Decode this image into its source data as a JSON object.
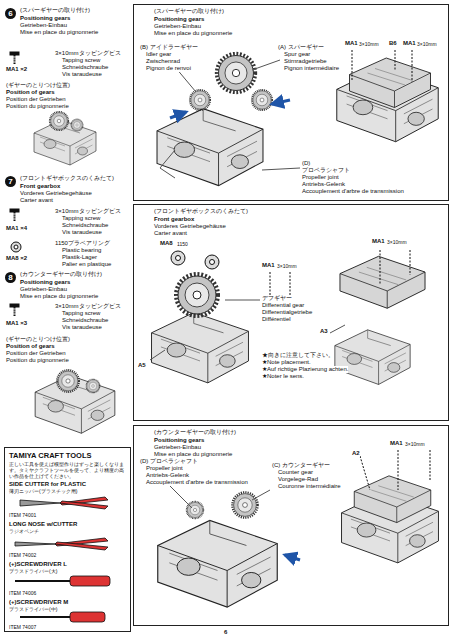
{
  "diagram": {
    "nodes": [
      {
        "text": [
          "6",
          "(スパーギヤーの取り付け)",
          "Positioning gears",
          "Getrieben-Einbau",
          "Mise en place du pignonnerie"
        ]
      },
      {
        "text": [
          "7",
          "(フロントギヤボックスのくみたて)",
          "Front gearbox",
          "Vorderes Getriebegehäuse",
          "Carter avant"
        ]
      },
      {
        "text": [
          "8",
          "(カウンターギヤーの取り付け)",
          "Positioning gears",
          "Getrieben-Einbau",
          "Mise en place du pignonnerie"
        ]
      },
      {
        "text": [
          "TAMIYA CRAFT TOOLS",
          "正しい工具を使えば模型作りはずっと楽しくなります。タミヤクラフトツールを使って、より精度の高い作品を仕上げてください。",
          "SIDE CUTTER for PLASTIC",
          "薄刃ニッパー(プラスチック用)",
          "ITEM 74001",
          "LONG NOSE w/CUTTER",
          "ラジオペンチ",
          "ITEM 74002",
          "(+)SCREWDRIVER L",
          "プラスドライバー(大)",
          "ITEM 74006",
          "(+)SCREWDRIVER M",
          "プラスドライバー(中)",
          "ITEM 74007"
        ]
      }
    ],
    "labels": [
      "6",
      "(スパーギヤーの取り付け)",
      "Positioning gears",
      "Getrieben-Einbau",
      "Mise en place du pignonnerie",
      "MA1 ×2",
      "3×10mmタッピングビス",
      "Tapping screw",
      "Schneidschraube",
      "Vis taraudeuse",
      "(ギヤーのとりつけ位置)",
      "Position of gears",
      "Position der Getrieben",
      "Position du pignonnerie",
      "7",
      "(フロントギヤボックスのくみたて)",
      "Front gearbox",
      "Vorderes Getriebegehäuse",
      "Carter avant",
      "MA1 ×4",
      "3×10mmタッピングビス",
      "Tapping screw",
      "Schneidschraube",
      "Vis taraudeuse",
      "MA8 ×2",
      "1150プラベアリング",
      "Plastic bearing",
      "Plastik-Lager",
      "Palier en plastique",
      "8",
      "(カウンターギヤーの取り付け)",
      "Positioning gears",
      "Getrieben-Einbau",
      "Mise en place du pignonnerie",
      "MA1 ×3",
      "3×10mmタッピングビス",
      "Tapping screw",
      "Schneidschraube",
      "Vis taraudeuse",
      "(ギヤーのとりつけ位置)",
      "Position of gears",
      "Position der Getrieben",
      "Position du pignonnerie",
      "(B) アイドラーギヤー",
      "Idler gear",
      "Zwischenrad",
      "Pignon de renvoi",
      "(A) スパーギヤー",
      "Spur gear",
      "Stirnradgetriebe",
      "Pignon intermédiaire",
      "(D)",
      "プロペラシャフト",
      "Propeller joint",
      "Antriebs-Gelenk",
      "Accouplement d'arbre de transmission",
      "MA1",
      "3×10mm",
      "B6",
      "MA1",
      "3×10mm",
      "MA8",
      "1150",
      "MA1",
      "3×10mm",
      "MA1",
      "3×10mm",
      "A3",
      "A5",
      "デフギヤー",
      "Differential gear",
      "Differentialgetriebe",
      "Différentiel",
      "★向きに注意して下さい。",
      "★Note placement.",
      "★Auf richtige Plazierung achten.",
      "★Noter le sens.",
      "(D) プロペラシャフト",
      "Propeller joint",
      "Antriebs-Gelenk",
      "Accouplement d'arbre de transmission",
      "(C) カウンターギヤー",
      "Counter gear",
      "Vorgelege-Rad",
      "Couronne intermédiaire",
      "A2",
      "MA1",
      "3×10mm",
      "6"
    ]
  }
}
